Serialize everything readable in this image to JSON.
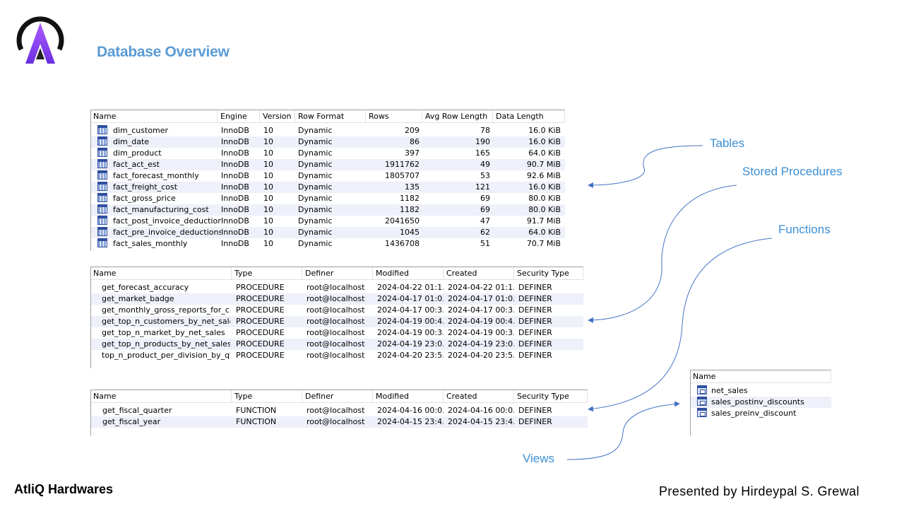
{
  "slide": {
    "title": "Database Overview",
    "company": "AtliQ Hardwares",
    "presenter": "Presented by Hirdeypal S. Grewal"
  },
  "callouts": {
    "tables": "Tables",
    "procedures": "Stored Procedures",
    "functions": "Functions",
    "views": "Views"
  },
  "tables_grid": {
    "headers": [
      "Name",
      "Engine",
      "Version",
      "Row Format",
      "Rows",
      "Avg Row Length",
      "Data Length"
    ],
    "rows": [
      [
        "dim_customer",
        "InnoDB",
        "10",
        "Dynamic",
        "209",
        "78",
        "16.0 KiB"
      ],
      [
        "dim_date",
        "InnoDB",
        "10",
        "Dynamic",
        "86",
        "190",
        "16.0 KiB"
      ],
      [
        "dim_product",
        "InnoDB",
        "10",
        "Dynamic",
        "397",
        "165",
        "64.0 KiB"
      ],
      [
        "fact_act_est",
        "InnoDB",
        "10",
        "Dynamic",
        "1911762",
        "49",
        "90.7 MiB"
      ],
      [
        "fact_forecast_monthly",
        "InnoDB",
        "10",
        "Dynamic",
        "1805707",
        "53",
        "92.6 MiB"
      ],
      [
        "fact_freight_cost",
        "InnoDB",
        "10",
        "Dynamic",
        "135",
        "121",
        "16.0 KiB"
      ],
      [
        "fact_gross_price",
        "InnoDB",
        "10",
        "Dynamic",
        "1182",
        "69",
        "80.0 KiB"
      ],
      [
        "fact_manufacturing_cost",
        "InnoDB",
        "10",
        "Dynamic",
        "1182",
        "69",
        "80.0 KiB"
      ],
      [
        "fact_post_invoice_deductions",
        "InnoDB",
        "10",
        "Dynamic",
        "2041650",
        "47",
        "91.7 MiB"
      ],
      [
        "fact_pre_invoice_deductions",
        "InnoDB",
        "10",
        "Dynamic",
        "1045",
        "62",
        "64.0 KiB"
      ],
      [
        "fact_sales_monthly",
        "InnoDB",
        "10",
        "Dynamic",
        "1436708",
        "51",
        "70.7 MiB"
      ]
    ]
  },
  "procedures_grid": {
    "headers": [
      "Name",
      "Type",
      "Definer",
      "Modified",
      "Created",
      "Security Type"
    ],
    "rows": [
      [
        "get_forecast_accuracy",
        "PROCEDURE",
        "root@localhost",
        "2024-04-22  01:1...",
        "2024-04-22  01:1...",
        "DEFINER"
      ],
      [
        "get_market_badge",
        "PROCEDURE",
        "root@localhost",
        "2024-04-17  01:0...",
        "2024-04-17  01:0...",
        "DEFINER"
      ],
      [
        "get_monthly_gross_reports_for_c...",
        "PROCEDURE",
        "root@localhost",
        "2024-04-17  00:3...",
        "2024-04-17  00:3...",
        "DEFINER"
      ],
      [
        "get_top_n_customers_by_net_sales",
        "PROCEDURE",
        "root@localhost",
        "2024-04-19  00:4...",
        "2024-04-19  00:4...",
        "DEFINER"
      ],
      [
        "get_top_n_market_by_net_sales",
        "PROCEDURE",
        "root@localhost",
        "2024-04-19  00:3...",
        "2024-04-19  00:3...",
        "DEFINER"
      ],
      [
        "get_top_n_products_by_net_sales",
        "PROCEDURE",
        "root@localhost",
        "2024-04-19  23:0...",
        "2024-04-19  23:0...",
        "DEFINER"
      ],
      [
        "top_n_product_per_division_by_qt...",
        "PROCEDURE",
        "root@localhost",
        "2024-04-20  23:5...",
        "2024-04-20  23:5...",
        "DEFINER"
      ]
    ]
  },
  "functions_grid": {
    "headers": [
      "Name",
      "Type",
      "Definer",
      "Modified",
      "Created",
      "Security Type"
    ],
    "rows": [
      [
        "get_fiscal_quarter",
        "FUNCTION",
        "root@localhost",
        "2024-04-16  00:0...",
        "2024-04-16  00:0...",
        "DEFINER"
      ],
      [
        "get_fiscal_year",
        "FUNCTION",
        "root@localhost",
        "2024-04-15  23:4...",
        "2024-04-15  23:4...",
        "DEFINER"
      ]
    ]
  },
  "views_grid": {
    "headers": [
      "Name"
    ],
    "rows": [
      [
        "net_sales"
      ],
      [
        "sales_postinv_discounts"
      ],
      [
        "sales_preinv_discount"
      ]
    ]
  },
  "colors": {
    "accent": "#5b9bd5",
    "callout": "#3c8fd4",
    "row_alt": "#eff0f9",
    "logo_purple": "#8a3ffc"
  }
}
